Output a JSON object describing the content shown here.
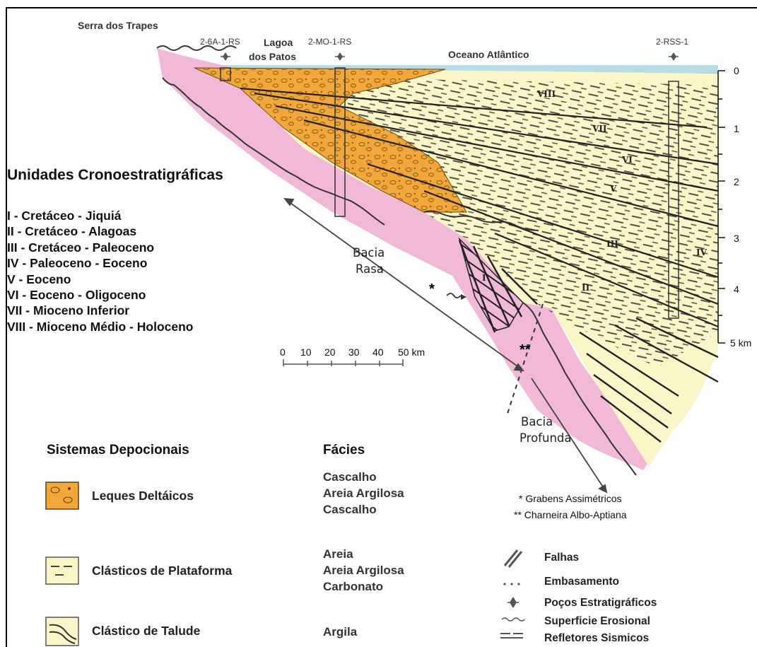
{
  "diagram": {
    "place_labels": {
      "serra": "Serra dos Trapes",
      "lagoa_line1": "Lagoa",
      "lagoa_line2": "dos Patos",
      "ocean": "Oceano Atlântico"
    },
    "wells": [
      "2-6A-1-RS",
      "2-MO-1-RS",
      "2-RSS-1"
    ],
    "depth_ticks": [
      "0",
      "1",
      "2",
      "3",
      "4",
      "5 km"
    ],
    "roman_labels": [
      "I",
      "II",
      "III",
      "IV",
      "V",
      "VI",
      "VII",
      "VIII"
    ],
    "basin_labels": {
      "rasa_line1": "Bacia",
      "rasa_line2": "Rasa",
      "profunda_line1": "Bacia",
      "profunda_line2": "Profunda"
    },
    "markers": {
      "single": "*",
      "double": "**"
    },
    "scale": {
      "ticks": [
        "0",
        "10",
        "20",
        "30",
        "40",
        "50 km"
      ]
    }
  },
  "units": {
    "title": "Unidades Cronoestratigráficas",
    "items": [
      "I - Cretáceo - Jiquiá",
      "II - Cretáceo - Alagoas",
      "III - Cretáceo - Paleoceno",
      "IV - Paleoceno - Eoceno",
      "V - Eoceno",
      "VI - Eoceno - Oligoceno",
      "VII - Mioceno Inferior",
      "VIII - Mioceno Médio - Holoceno"
    ]
  },
  "legend": {
    "systems_header": "Sistemas Depocionais",
    "facies_header": "Fácies",
    "systems": [
      {
        "name": "Leques Deltáicos",
        "facies": [
          "Cascalho",
          "Areia Argilosa",
          "Cascalho"
        ]
      },
      {
        "name": "Clásticos de Plataforma",
        "facies": [
          "Areia",
          "Areia Argilosa",
          "Carbonato"
        ]
      },
      {
        "name": "Clástico de Talude",
        "facies": [
          "Argila"
        ]
      }
    ],
    "notes": [
      "* Grabens Assimétricos",
      "** Charneira Albo-Aptiana"
    ],
    "symbols": [
      "Falhas",
      "Embasamento",
      "Poços Estratigráficos",
      "Superficie Erosional",
      "Refletores Sismicos"
    ]
  },
  "colors": {
    "basement": "#f2b8d8",
    "deltaic": "#f2a73a",
    "platform": "#fbf6c8",
    "sea": "#b9dde6"
  }
}
